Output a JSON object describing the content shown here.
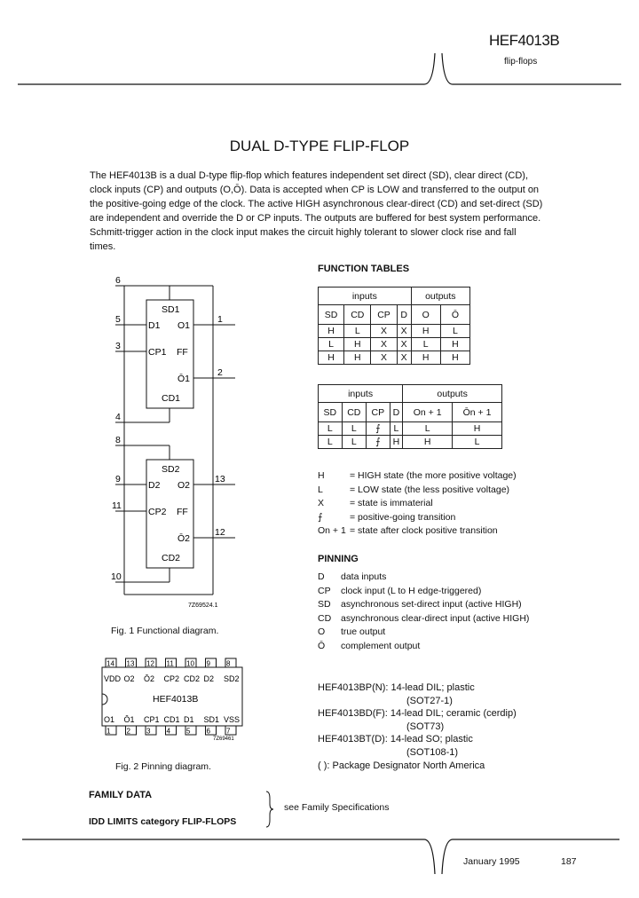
{
  "header": {
    "title": "HEF4013B",
    "subtitle": "flip-flops"
  },
  "doc_title": "DUAL D-TYPE FLIP-FLOP",
  "intro": {
    "lines": [
      "The HEF4013B is a dual D-type flip-flop which features independent set direct (SD), clear direct (CD),",
      "clock inputs (CP) and outputs (O,Ō). Data is accepted when CP is LOW and transferred to the output on",
      "the positive-going edge of the clock. The active HIGH asynchronous clear-direct (CD) and set-direct (SD)",
      "are independent and override the D or CP inputs. The outputs are buffered for best system performance.",
      "Schmitt-trigger action in the clock input makes the circuit highly tolerant to slower clock rise and fall",
      "times."
    ]
  },
  "function_tables": {
    "title": "FUNCTION TABLES",
    "table1": {
      "group_inputs": "inputs",
      "group_outputs": "outputs",
      "headers": [
        "SD",
        "CD",
        "CP",
        "D",
        "O",
        "Ō"
      ],
      "rows": [
        [
          "H",
          "L",
          "X",
          "X",
          "H",
          "L"
        ],
        [
          "L",
          "H",
          "X",
          "X",
          "L",
          "H"
        ],
        [
          "H",
          "H",
          "X",
          "X",
          "H",
          "H"
        ]
      ]
    },
    "table2": {
      "group_inputs": "inputs",
      "group_outputs": "outputs",
      "headers": [
        "SD",
        "CD",
        "CP",
        "D",
        "On + 1",
        "Ōn + 1"
      ],
      "rows": [
        [
          "L",
          "L",
          "⨍",
          "L",
          "L",
          "H"
        ],
        [
          "L",
          "L",
          "⨍",
          "H",
          "H",
          "L"
        ]
      ]
    }
  },
  "legend": [
    {
      "key": "H",
      "text": "= HIGH state (the more positive voltage)"
    },
    {
      "key": "L",
      "text": "= LOW state (the less positive voltage)"
    },
    {
      "key": "X",
      "text": "= state is immaterial"
    },
    {
      "key": "⨍",
      "text": "= positive-going transition"
    },
    {
      "key": "On + 1",
      "text": "= state after clock positive transition"
    }
  ],
  "pinning": {
    "title": "PINNING",
    "items": [
      {
        "key": "D",
        "text": "data inputs"
      },
      {
        "key": "CP",
        "text": "clock input (L to H edge-triggered)"
      },
      {
        "key": "SD",
        "text": "asynchronous set-direct input (active HIGH)"
      },
      {
        "key": "CD",
        "text": "asynchronous clear-direct input (active HIGH)"
      },
      {
        "key": "O",
        "text": "true output"
      },
      {
        "key": "Ō",
        "text": "complement output"
      }
    ]
  },
  "packages": [
    "HEF4013BP(N): 14-lead DIL; plastic",
    "(SOT27-1)",
    "HEF4013BD(F): 14-lead DIL; ceramic (cerdip)",
    "(SOT73)",
    "HEF4013BT(D): 14-lead SO; plastic",
    "(SOT108-1)",
    "( ): Package Designator North America"
  ],
  "fig1": {
    "caption": "Fig. 1  Functional diagram.",
    "code": "7Z69524.1",
    "ff1": {
      "sd": "SD1",
      "d": "D1",
      "o": "O1",
      "cp": "CP1",
      "ff": "FF",
      "on": "Ō1",
      "cd": "CD1"
    },
    "ff2": {
      "sd": "SD2",
      "d": "D2",
      "o": "O2",
      "cp": "CP2",
      "ff": "FF",
      "on": "Ō2",
      "cd": "CD2"
    },
    "pins_left": [
      "6",
      "5",
      "3",
      "4",
      "8",
      "9",
      "11",
      "10"
    ],
    "pins_right": [
      "1",
      "2",
      "13",
      "12"
    ]
  },
  "fig2": {
    "caption": "Fig. 2  Pinning diagram.",
    "chip_name": "HEF4013B",
    "code": "7Z69461",
    "top_pins": [
      "14",
      "13",
      "12",
      "11",
      "10",
      "9",
      "8"
    ],
    "top_labels": [
      "VDD",
      "O2",
      "Ō2",
      "CP2",
      "CD2",
      "D2",
      "SD2"
    ],
    "bottom_pins": [
      "1",
      "2",
      "3",
      "4",
      "5",
      "6",
      "7"
    ],
    "bottom_labels": [
      "O1",
      "Ō1",
      "CP1",
      "CD1",
      "D1",
      "SD1",
      "VSS"
    ]
  },
  "family": {
    "title": "FAMILY DATA",
    "idd": "IDD LIMITS category FLIP-FLOPS",
    "note": "see Family Specifications"
  },
  "footer": {
    "date": "January 1995",
    "page": "187"
  }
}
